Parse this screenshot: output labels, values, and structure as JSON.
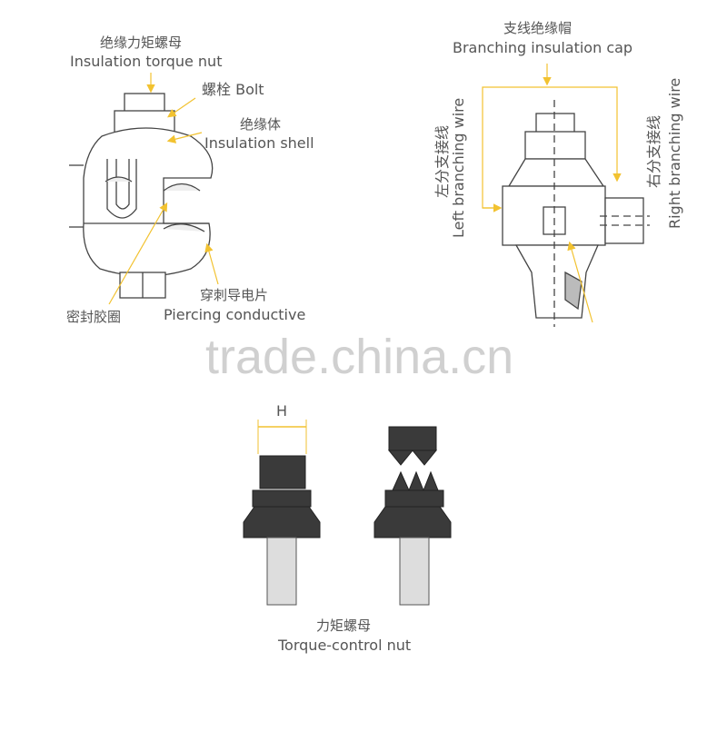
{
  "diagram1": {
    "torque_nut_cn": "绝缘力矩螺母",
    "torque_nut_en": "Insulation torque nut",
    "bolt": "螺栓 Bolt",
    "shell_cn": "绝缘体",
    "shell_en": "Insulation shell",
    "piercing_cn": "穿刺导电片",
    "piercing_en": "Piercing conductive",
    "seal_cn": "密封胶圈"
  },
  "diagram2": {
    "cap_cn": "支线绝缘帽",
    "cap_en": "Branching insulation cap",
    "left_cn": "左分支接线",
    "left_en": "Left branching wire",
    "right_cn": "右分支接线",
    "right_en": "Right branching wire"
  },
  "diagram3": {
    "dimension": "H",
    "nut_cn": "力矩螺母",
    "nut_en": "Torque-control nut"
  },
  "watermark": "trade.china.cn",
  "colors": {
    "arrow": "#f2c230",
    "line": "#444444",
    "dark_part": "#3a3a3a"
  }
}
